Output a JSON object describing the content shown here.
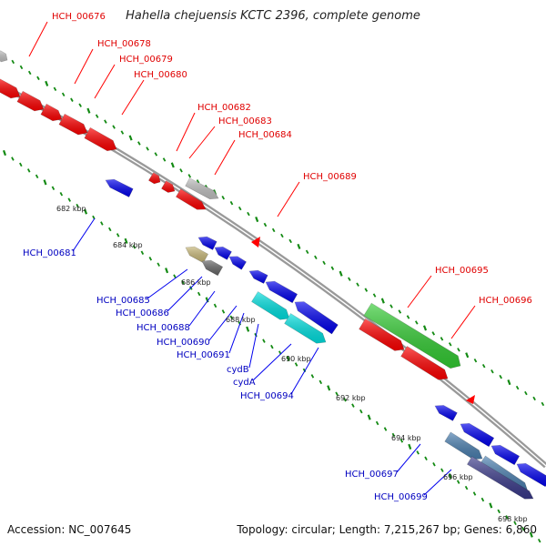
{
  "title": "Hahella chejuensis KCTC 2396, complete genome",
  "footer": {
    "accession": "Accession: NC_007645",
    "summary": "Topology: circular; Length: 7,215,267 bp; Genes: 6,860"
  },
  "colors": {
    "forward": "#ff0000",
    "reverse": "#0000ee",
    "grey": "#c0c0c0",
    "green": "#33cc33",
    "cyan": "#00e0e0",
    "khaki": "#c8b878",
    "darkgrey": "#666666",
    "steelblue": "#4a7fb0",
    "navy": "#3a3a8a",
    "backbone": "#808080",
    "tick": "#138a13"
  },
  "scale_ticks": [
    "682 kbp",
    "684 kbp",
    "686 kbp",
    "688 kbp",
    "690 kbp",
    "692 kbp",
    "694 kbp",
    "696 kbp",
    "698 kbp"
  ],
  "forward_labels": [
    "HCH_00676",
    "HCH_00678",
    "HCH_00679",
    "HCH_00680",
    "HCH_00682",
    "HCH_00683",
    "HCH_00684",
    "HCH_00689",
    "HCH_00695",
    "HCH_00696"
  ],
  "reverse_labels": [
    "HCH_00681",
    "HCH_00685",
    "HCH_00686",
    "HCH_00688",
    "HCH_00690",
    "HCH_00691",
    "cydB",
    "cydA",
    "HCH_00694",
    "HCH_00697",
    "HCH_00699"
  ]
}
